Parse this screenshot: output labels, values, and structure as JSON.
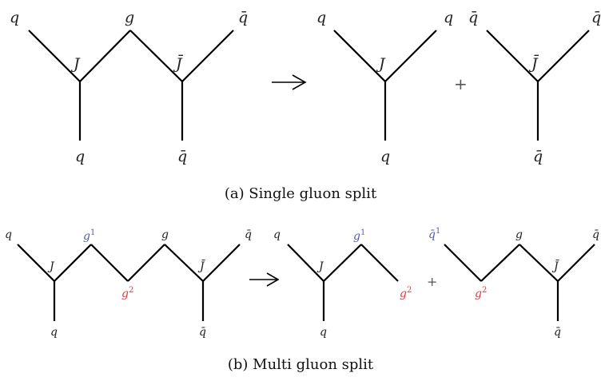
{
  "colors": {
    "line": "#000000",
    "label": "#222222",
    "gluon_1": "#5a5ea8",
    "gluon_2": "#e8383d"
  },
  "labels": {
    "q": "q",
    "qbar": "q̄",
    "g": "g",
    "J": "J",
    "Jbar": "J̄",
    "plus": "+",
    "sup_1": "1",
    "sup_2": "2"
  },
  "captions": {
    "a": "(a)  Single gluon split",
    "b": "(b)  Multi gluon split"
  },
  "icons": {
    "arrow": "long-right-arrow-icon"
  }
}
